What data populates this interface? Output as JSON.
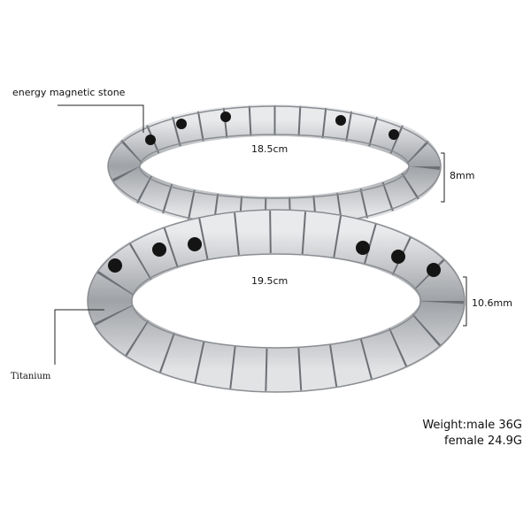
{
  "labels": {
    "magnet": "energy magnetic stone",
    "material": "Titanium",
    "small_size": "18.5cm",
    "small_width": "8mm",
    "large_size": "19.5cm",
    "large_width": "10.6mm",
    "weight_male": "Weight:male 36G",
    "weight_female": "female 24.9G"
  },
  "colors": {
    "silver": "#c9cbce",
    "dark": "#5f6266",
    "magnet": "#141414"
  }
}
